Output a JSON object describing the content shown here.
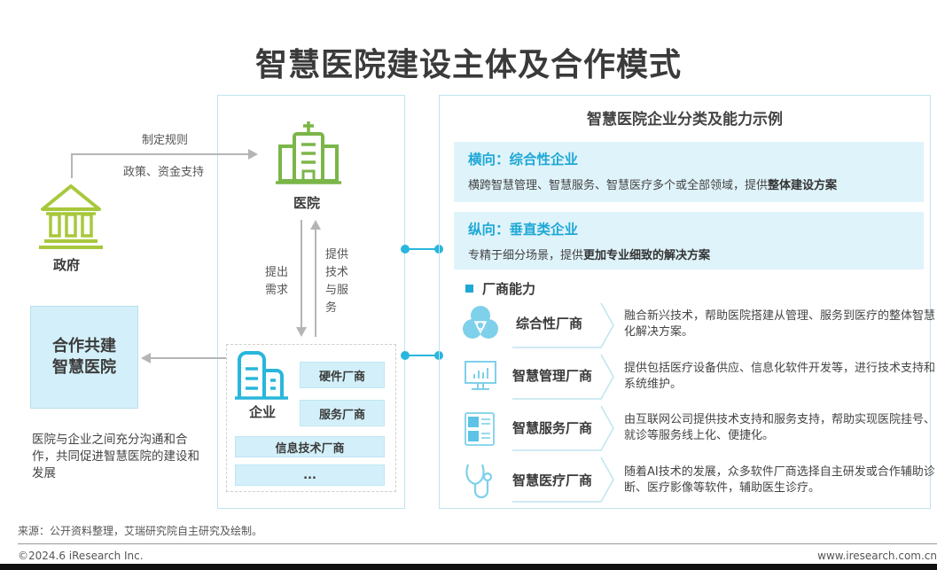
{
  "title": "智慧医院建设主体及合作模式",
  "left": {
    "government": {
      "label": "政府",
      "icon": "government-building-icon"
    },
    "hospital": {
      "label": "医院",
      "icon": "hospital-icon"
    },
    "arrow_top_label": "制定规则",
    "arrow_bottom_label": "政策、资金支持",
    "demand_label": [
      "提出",
      "需求"
    ],
    "supply_label": [
      "提供",
      "技术",
      "与服",
      "务"
    ],
    "cobuild": {
      "line1": "合作共建",
      "line2": "智慧医院"
    },
    "cobuild_desc": "医院与企业之间充分沟通和合作，共同促进智慧医院的建设和发展",
    "enterprise": {
      "label": "企业",
      "icon": "enterprise-building-icon",
      "vendors": [
        "硬件厂商",
        "服务厂商",
        "信息技术厂商",
        "..."
      ]
    }
  },
  "right": {
    "title": "智慧医院企业分类及能力示例",
    "categories": [
      {
        "head": "横向：综合性企业",
        "desc_plain": "横跨智慧管理、智慧服务、智慧医疗多个或全部领域，提供",
        "desc_bold": "整体建设方案"
      },
      {
        "head": "纵向：垂直类企业",
        "desc_plain": "专精于细分场景，提供",
        "desc_bold": "更加专业细致的解决方案"
      }
    ],
    "capability_title": "厂商能力",
    "vendors": [
      {
        "name": "综合性厂商",
        "icon": "trinity-circles-icon",
        "desc": "融合新兴技术，帮助医院搭建从管理、服务到医疗的整体智慧化解决方案。"
      },
      {
        "name": "智慧管理厂商",
        "icon": "monitor-chart-icon",
        "desc": "提供包括医疗设备供应、信息化软件开发等，进行技术支持和系统维护。"
      },
      {
        "name": "智慧服务厂商",
        "icon": "list-document-icon",
        "desc": "由互联网公司提供技术支持和服务支持，帮助实现医院挂号、就诊等服务线上化、便捷化。"
      },
      {
        "name": "智慧医疗厂商",
        "icon": "stethoscope-icon",
        "desc": "随着AI技术的发展，众多软件厂商选择自主研发或合作辅助诊断、医疗影像等软件，辅助医生诊疗。"
      }
    ]
  },
  "footer": {
    "source": "来源：公开资料整理，艾瑞研究院自主研究及绘制。",
    "copyright": "©2024.6 iResearch Inc.",
    "website": "www.iresearch.com.cn"
  },
  "colors": {
    "green": "#7ab648",
    "lime": "#a8c83c",
    "blue": "#1ea8d6",
    "light_blue_bg": "#d3f0fa",
    "border": "#bfe4ef"
  }
}
